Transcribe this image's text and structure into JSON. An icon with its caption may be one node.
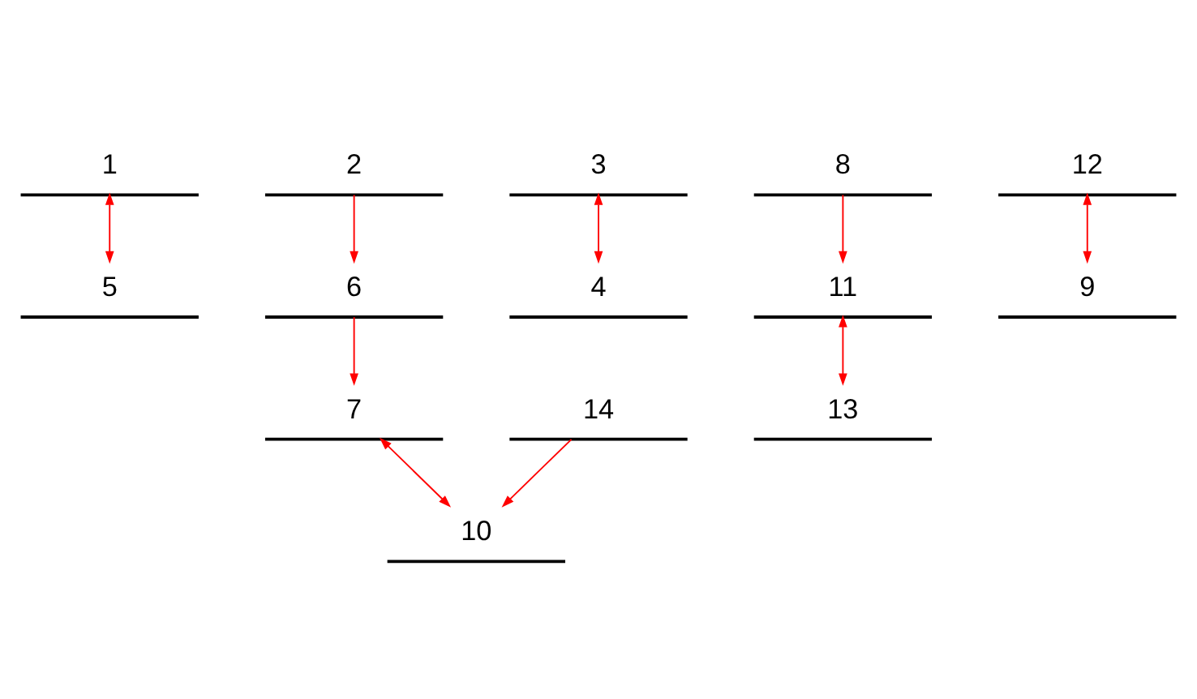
{
  "diagram": {
    "nodes": [
      {
        "text": [
          "1"
        ]
      },
      {
        "text": [
          "2"
        ]
      },
      {
        "text": [
          "3"
        ]
      },
      {
        "text": [
          "4"
        ]
      },
      {
        "text": [
          "5"
        ]
      },
      {
        "text": [
          "6"
        ]
      },
      {
        "text": [
          "7"
        ]
      },
      {
        "text": [
          "8"
        ]
      },
      {
        "text": [
          "9"
        ]
      },
      {
        "text": [
          "10"
        ]
      },
      {
        "text": [
          "11"
        ]
      },
      {
        "text": [
          "12"
        ]
      },
      {
        "text": [
          "13"
        ]
      },
      {
        "text": [
          "14"
        ]
      }
    ],
    "edges": [
      {
        "from": 0,
        "to": 4,
        "arrow": "both",
        "color": "#ff0000"
      },
      {
        "from": 2,
        "to": 3,
        "arrow": "both",
        "color": "#ff0000"
      },
      {
        "from": 1,
        "to": 5,
        "arrow": "to",
        "color": "#ff0000"
      },
      {
        "from": 5,
        "to": 6,
        "arrow": "to",
        "color": "#ff0000"
      },
      {
        "from": 6,
        "to": 9,
        "arrow": "both",
        "color": "#ff0000"
      },
      {
        "from": 13,
        "to": 9,
        "arrow": "to",
        "color": "#ff0000"
      },
      {
        "from": 11,
        "to": 8,
        "arrow": "both",
        "color": "#ff0000"
      },
      {
        "from": 7,
        "to": 10,
        "arrow": "to",
        "color": "#ff0000"
      },
      {
        "from": 10,
        "to": 12,
        "arrow": "both",
        "color": "#ff0000"
      }
    ]
  }
}
